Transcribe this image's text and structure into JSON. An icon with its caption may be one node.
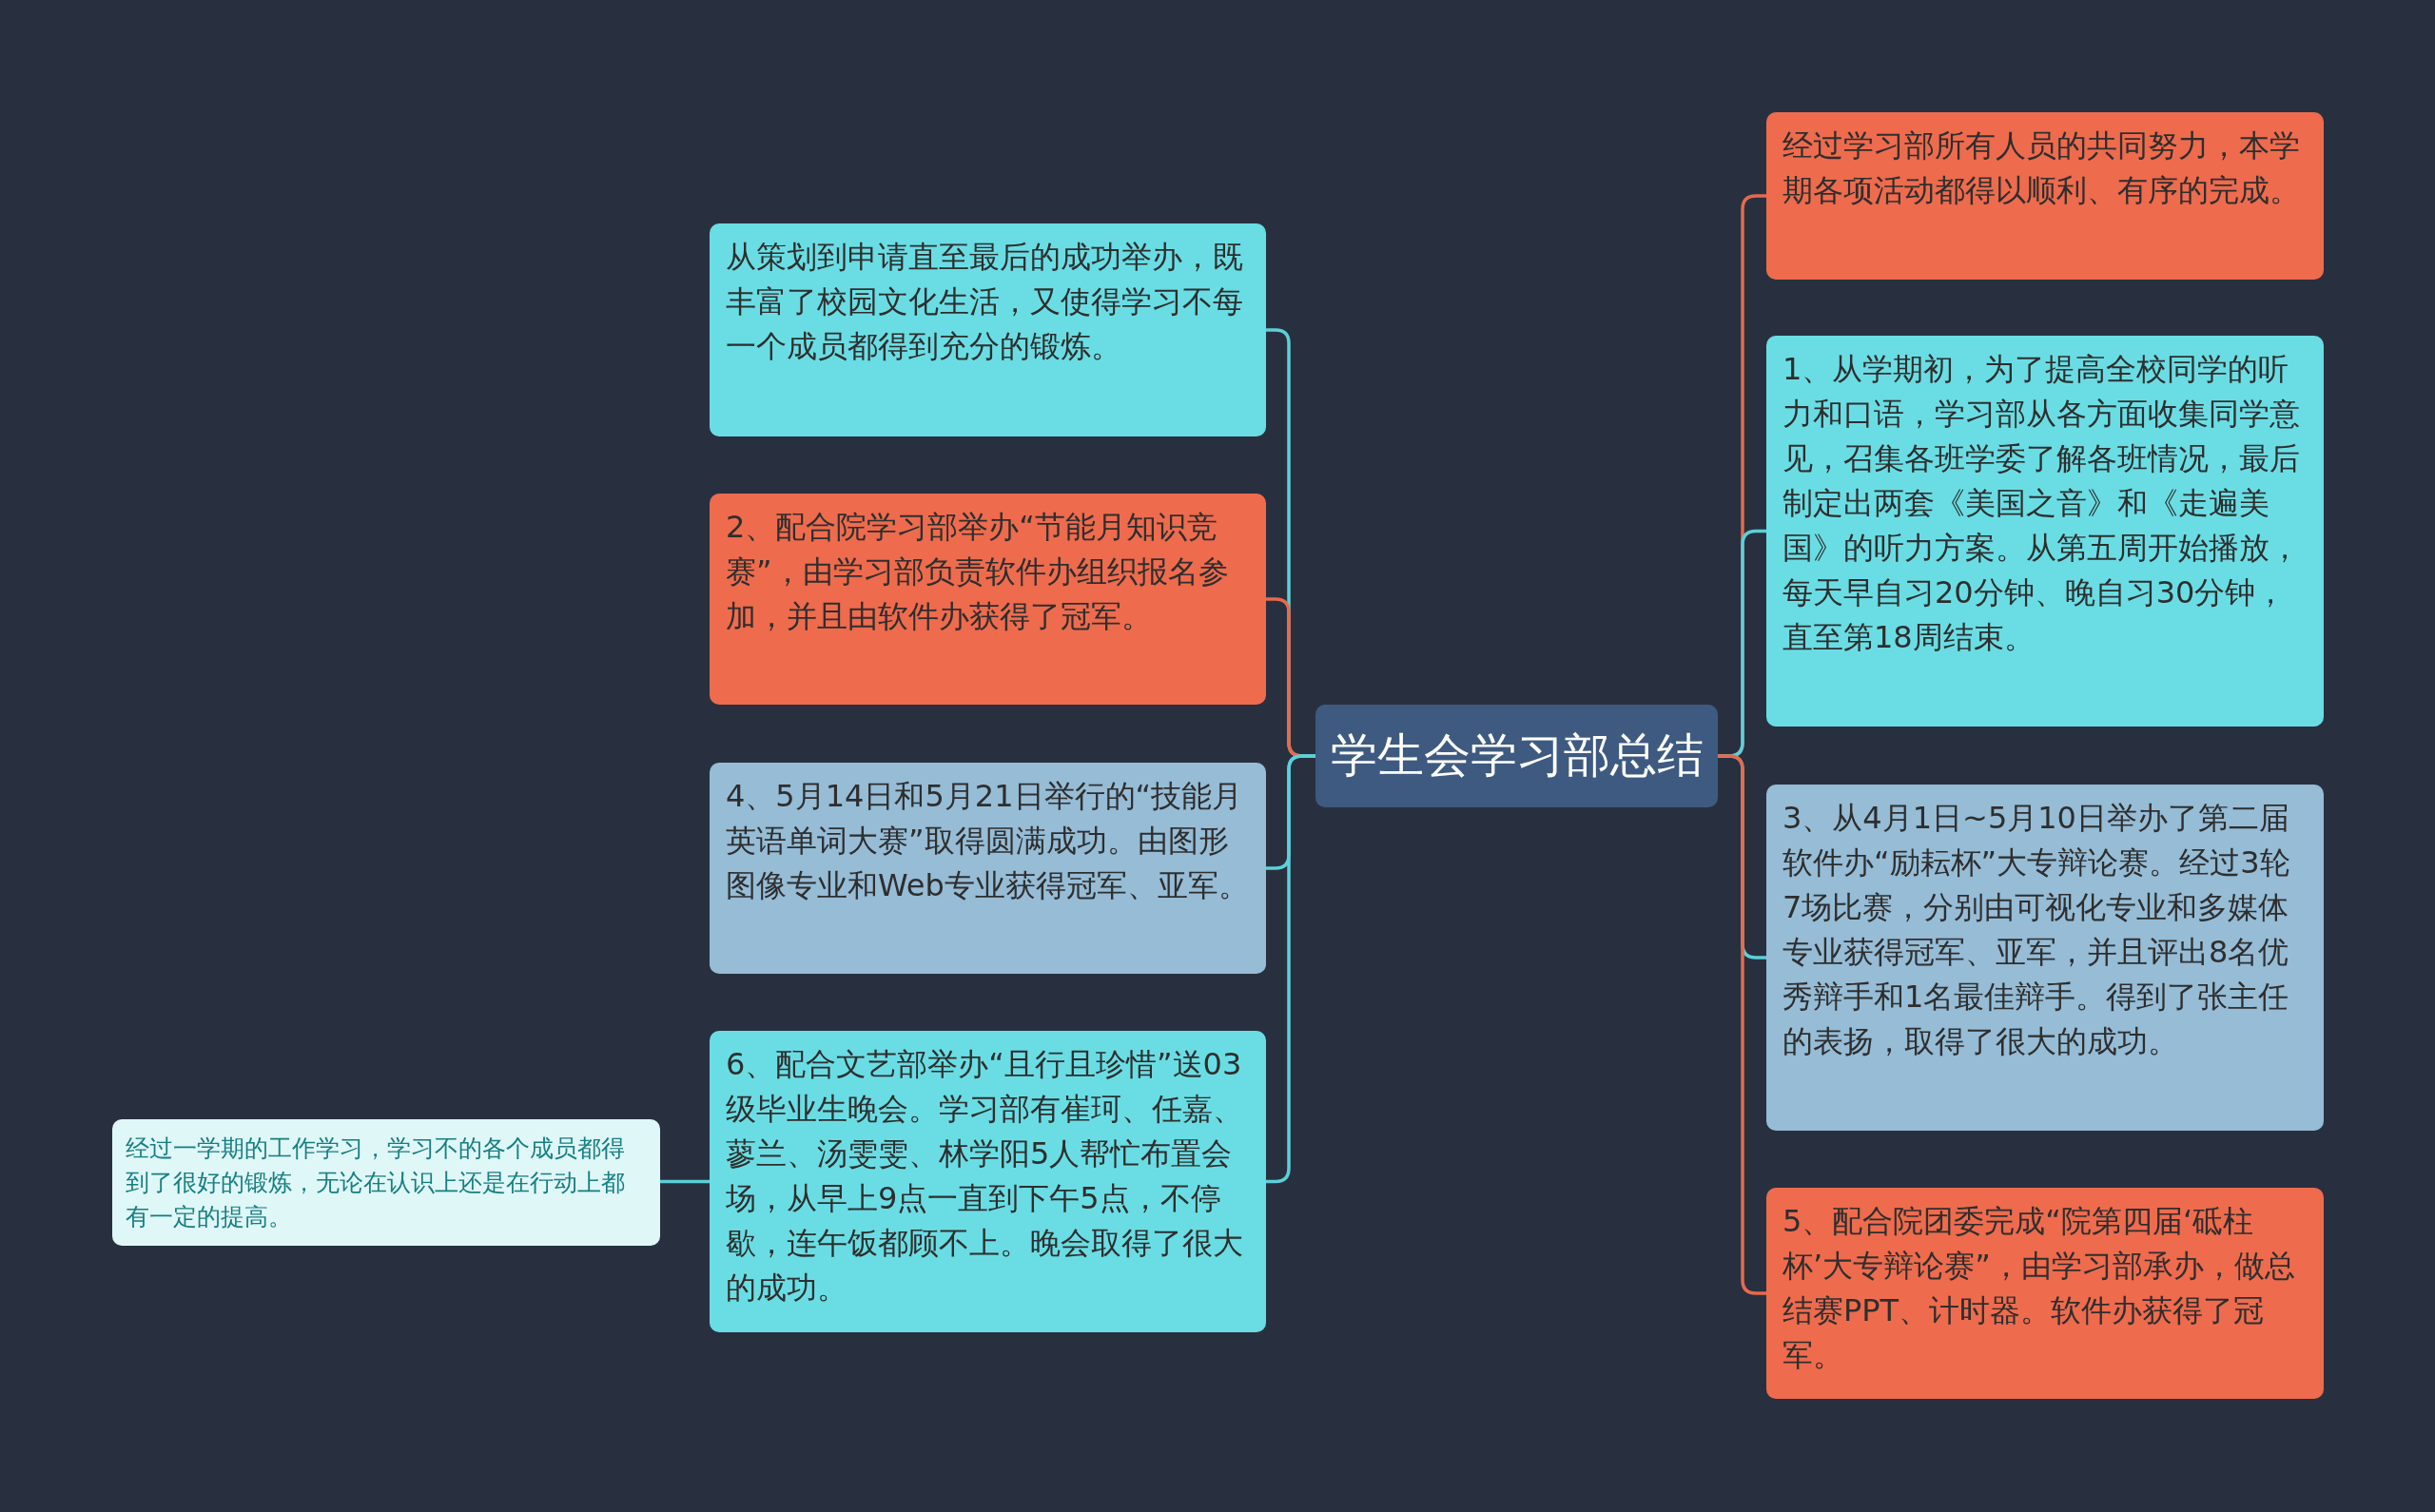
{
  "diagram": {
    "nodes": [
      {
        "text": [
          "学生会学习部总结"
        ]
      },
      {
        "text": [
          "从策划到申请直至最后的成功举办，既丰富了校园文化生活，又使得学习不每一个成员都得到充分的锻炼。"
        ]
      },
      {
        "text": [
          "2、配合院学习部举办“节能月知识竞赛”，由学习部负责软件办组织报名参加，并且由软件办获得了冠军。"
        ]
      },
      {
        "text": [
          "4、5月14日和5月21日举行的“技能月英语单词大赛”取得圆满成功。由图形图像专业和Web专业获得冠军、亚军。"
        ]
      },
      {
        "text": [
          "6、配合文艺部举办“且行且珍惜”送03级毕业生晚会。学习部有崔珂、任嘉、蓼兰、汤雯雯、林学阳5人帮忙布置会场，从早上9点一直到下午5点，不停歇，连午饭都顾不上。晚会取得了很大的成功。"
        ]
      },
      {
        "text": [
          "经过一学期的工作学习，学习不的各个成员都得到了很好的锻炼，无论在认识上还是在行动上都有一定的提高。"
        ]
      },
      {
        "text": [
          "经过学习部所有人员的共同努力，本学期各项活动都得以顺利、有序的完成。"
        ]
      },
      {
        "text": [
          "1、从学期初，为了提高全校同学的听力和口语，学习部从各方面收集同学意见，召集各班学委了解各班情况，最后制定出两套《美国之音》和《走遍美国》的听力方案。从第五周开始播放，每天早自习20分钟、晚自习30分钟，直至第18周结束。"
        ]
      },
      {
        "text": [
          "3、从4月1日~5月10日举办了第二届软件办“励耘杯”大专辩论赛。经过3轮7场比赛，分别由可视化专业和多媒体专业获得冠军、亚军，并且评出8名优秀辩手和1名最佳辩手。得到了张主任的表扬，取得了很大的成功。"
        ]
      },
      {
        "text": [
          "5、配合院团委完成“院第四届‘砥柱杯’大专辩论赛”，由学习部承办，做总结赛PPT、计时器。软件办获得了冠军。"
        ]
      }
    ],
    "edges": [
      {
        "from": 0,
        "to": 1,
        "arrow": "none"
      },
      {
        "from": 0,
        "to": 2,
        "arrow": "none",
        "color": "#e8694c"
      },
      {
        "from": 0,
        "to": 3,
        "arrow": "none"
      },
      {
        "from": 0,
        "to": 4,
        "arrow": "none"
      },
      {
        "from": 4,
        "to": 5,
        "arrow": "none"
      },
      {
        "from": 0,
        "to": 6,
        "arrow": "none",
        "color": "#e8694c"
      },
      {
        "from": 0,
        "to": 7,
        "arrow": "none"
      },
      {
        "from": 0,
        "to": 8,
        "arrow": "none"
      },
      {
        "from": 0,
        "to": 9,
        "arrow": "none",
        "color": "#e8694c"
      }
    ]
  }
}
